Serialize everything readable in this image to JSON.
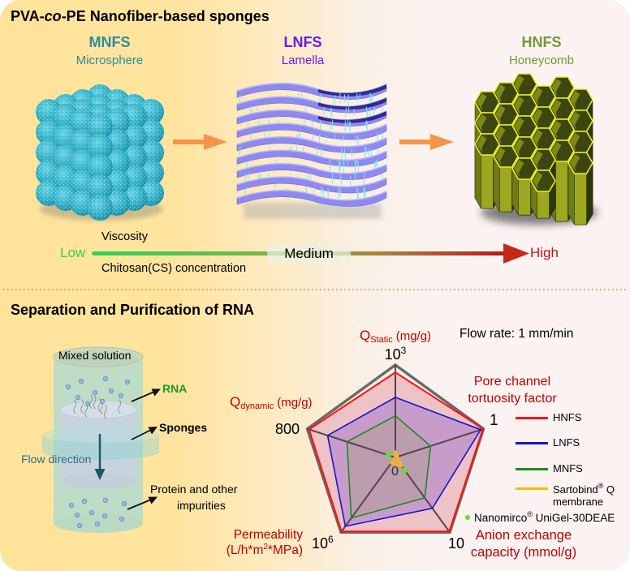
{
  "panel_top": {
    "title_pre": "PVA-",
    "title_italic": "co",
    "title_post": "-PE Nanofiber-based sponges",
    "structures": [
      {
        "code": "MNFS",
        "name": "Microsphere",
        "color": "#2E8BA0"
      },
      {
        "code": "LNFS",
        "name": "Lamella",
        "color": "#6A1AE8"
      },
      {
        "code": "HNFS",
        "name": "Honeycomb",
        "color": "#76963A"
      }
    ],
    "scale": {
      "label_top": "Viscosity",
      "label_bottom": "Chitosan(CS) concentration",
      "low": "Low",
      "medium": "Medium",
      "high": "High",
      "low_color": "#2ED35A",
      "high_color": "#C0141B"
    }
  },
  "panel_bottom": {
    "title": "Separation and Purification of RNA",
    "column": {
      "mixed_solution": "Mixed solution",
      "rna": "RNA",
      "rna_color": "#1E9A1E",
      "sponges": "Sponges",
      "flow_direction": "Flow direction",
      "flow_color": "#2B6E80",
      "impurities_line1": "Protein and other",
      "impurities_line2": "impurities"
    }
  },
  "chart_data": {
    "type": "radar",
    "title": "",
    "annotation": "Flow rate: 1 mm/min",
    "center_label": "0",
    "value_units": "fraction of each axis maximum (center = 0, outer pentagon = axis max)",
    "grid": false,
    "legend_position": "right",
    "axes": [
      {
        "name": "Q_Static (mg/g)",
        "label_main": "Q",
        "label_sub": "Static",
        "label_unit": "(mg/g)",
        "max_label_base": "10",
        "max_label_exp": "3"
      },
      {
        "name": "Pore channel tortuosity factor",
        "label_lines": [
          "Pore channel",
          "tortuosity factor"
        ],
        "max_label": "1"
      },
      {
        "name": "Anion exchange capacity (mmol/g)",
        "label_lines": [
          "Anion exchange",
          "capacity (mmol/g)"
        ],
        "max_label": "10"
      },
      {
        "name": "Permeability (L/h*m^2*MPa)",
        "label_lines": [
          "Permeability"
        ],
        "label_unit_pre": "(L/h*m",
        "label_unit_exp": "2",
        "label_unit_post": "*MPa)",
        "max_label_base": "10",
        "max_label_exp": "6"
      },
      {
        "name": "Q_dynamic (mg/g)",
        "label_main": "Q",
        "label_sub": "dynamic",
        "label_unit": "(mg/g)",
        "max_label": "800"
      }
    ],
    "series": [
      {
        "name": "HNFS",
        "color": "#FF1010",
        "fill": "#EEC3C6",
        "values": [
          0.92,
          1.0,
          0.99,
          0.99,
          0.98
        ]
      },
      {
        "name": "LNFS",
        "color": "#1A12CC",
        "fill": "#C79CCB",
        "values": [
          0.65,
          0.97,
          0.68,
          0.92,
          0.77
        ]
      },
      {
        "name": "MNFS",
        "color": "#1E8A1E",
        "fill": "#BC9DAE",
        "values": [
          0.45,
          0.4,
          0.54,
          0.81,
          0.55
        ]
      },
      {
        "name": "Sartobind® Q membrane",
        "legend_pre": "Sartobind",
        "legend_reg": "®",
        "legend_post": " Q",
        "legend_line2": "membrane",
        "color": "#FFB800",
        "fill": "#D9AE63",
        "values": [
          0.07,
          0.03,
          0.12,
          0.08,
          0.01
        ]
      },
      {
        "name": "Nanomirco® UniGel-30DEAE",
        "legend_pre": "Nanomirco",
        "legend_reg": "®",
        "legend_post": " UniGel-30DEAE",
        "marker": "point",
        "color": "#66DD33",
        "values": [
          null,
          null,
          0.17,
          null,
          0.08
        ]
      }
    ]
  }
}
